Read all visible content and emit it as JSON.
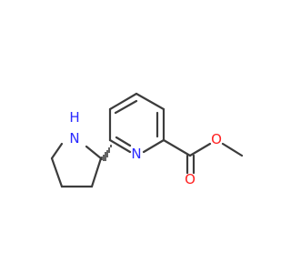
{
  "structure": {
    "atoms": {
      "pyridine_n": {
        "text": "N",
        "color": "#2a2aff"
      },
      "pyrrolidine_nh": {
        "text": "H\nN",
        "lines": [
          "H",
          "N"
        ],
        "color": "#2a2aff"
      },
      "ester_o_single": {
        "text": "O",
        "color": "#ff2020"
      },
      "ester_o_carbonyl": {
        "text": "O",
        "color": "#ff2020"
      }
    },
    "bond_color": "#3c3c3c"
  }
}
